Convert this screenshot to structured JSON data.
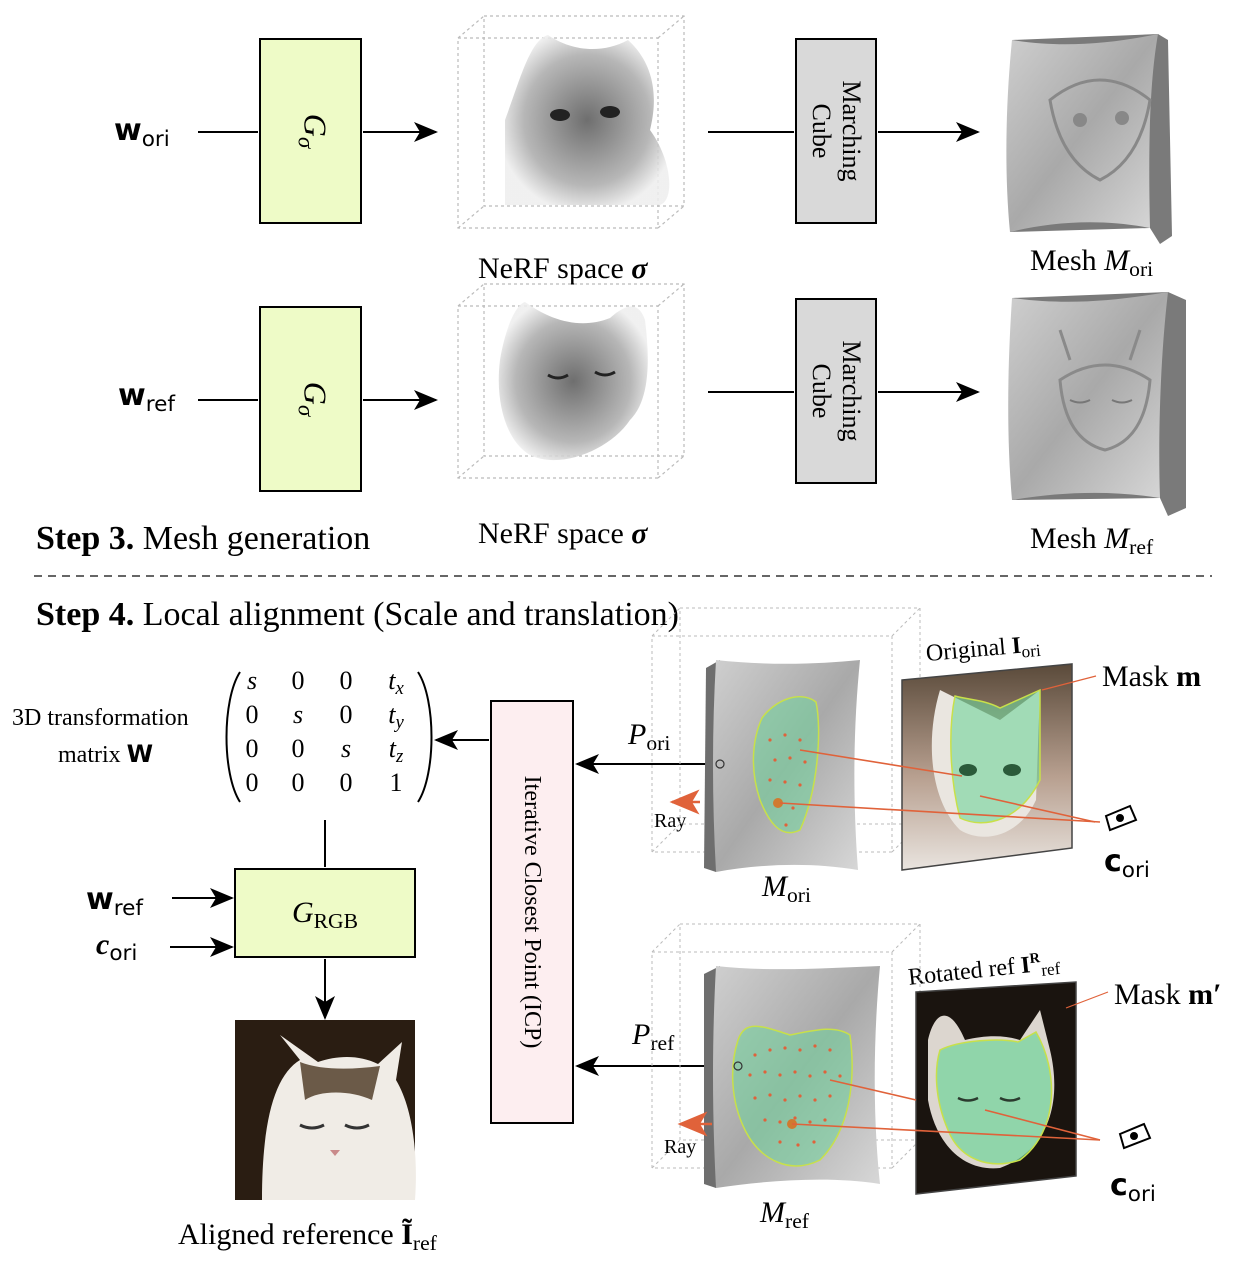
{
  "step3": {
    "heading_bold": "Step 3.",
    "heading_text": " Mesh generation",
    "row1": {
      "w_main": "w",
      "w_sub": "ori",
      "g_main": "G",
      "g_sub": "σ",
      "nerf_caption": "NeRF space ",
      "nerf_sym": "σ",
      "mc_label_1": "Marching",
      "mc_label_2": "Cube",
      "mesh_caption": "Mesh ",
      "mesh_sym": "M",
      "mesh_sub": "ori"
    },
    "row2": {
      "w_main": "w",
      "w_sub": "ref",
      "g_main": "G",
      "g_sub": "σ",
      "nerf_caption": "NeRF space ",
      "nerf_sym": "σ",
      "mc_label_1": "Marching",
      "mc_label_2": "Cube",
      "mesh_caption": "Mesh ",
      "mesh_sym": "M",
      "mesh_sub": "ref"
    }
  },
  "step4": {
    "heading_bold": "Step 4.",
    "heading_text": " Local alignment (Scale and translation)",
    "matrix_label_1": "3D transformation",
    "matrix_label_2": "matrix ",
    "matrix_sym": "W",
    "matrix": [
      [
        "s",
        "0",
        "0",
        "t_x"
      ],
      [
        "0",
        "s",
        "0",
        "t_y"
      ],
      [
        "0",
        "0",
        "s",
        "t_z"
      ],
      [
        "0",
        "0",
        "0",
        "1"
      ]
    ],
    "icp_label": "Iterative Closest Point (ICP)",
    "grgb_main": "G",
    "grgb_sub": "RGB",
    "input_w": "w",
    "input_w_sub": "ref",
    "input_c": "c",
    "input_c_sub": "ori",
    "p_ori": "P",
    "p_ori_sub": "ori",
    "p_ref": "P",
    "p_ref_sub": "ref",
    "ray_1": "Ray",
    "ray_2": "Ray",
    "m_ori": "M",
    "m_ori_sub": "ori",
    "m_ref": "M",
    "m_ref_sub": "ref",
    "orig_label": "Original ",
    "orig_sym": "I",
    "orig_sub": "ori",
    "rot_label": "Rotated ref ",
    "rot_sym": "I",
    "rot_sup": "R",
    "rot_sub": "ref",
    "mask_1": "Mask ",
    "mask_1_sym": "m",
    "mask_2": "Mask ",
    "mask_2_sym": "m′",
    "cam_1": "c",
    "cam_1_sub": "ori",
    "cam_2": "c",
    "cam_2_sub": "ori",
    "aligned_caption": "Aligned reference ",
    "aligned_sym": "Ĩ",
    "aligned_sub": "ref"
  },
  "colors": {
    "green_box": "#eefbc7",
    "gray_box": "#d9d9d9",
    "pink_box": "#fdeef0",
    "ray": "#e0623a",
    "mask": "#6fd49a"
  }
}
